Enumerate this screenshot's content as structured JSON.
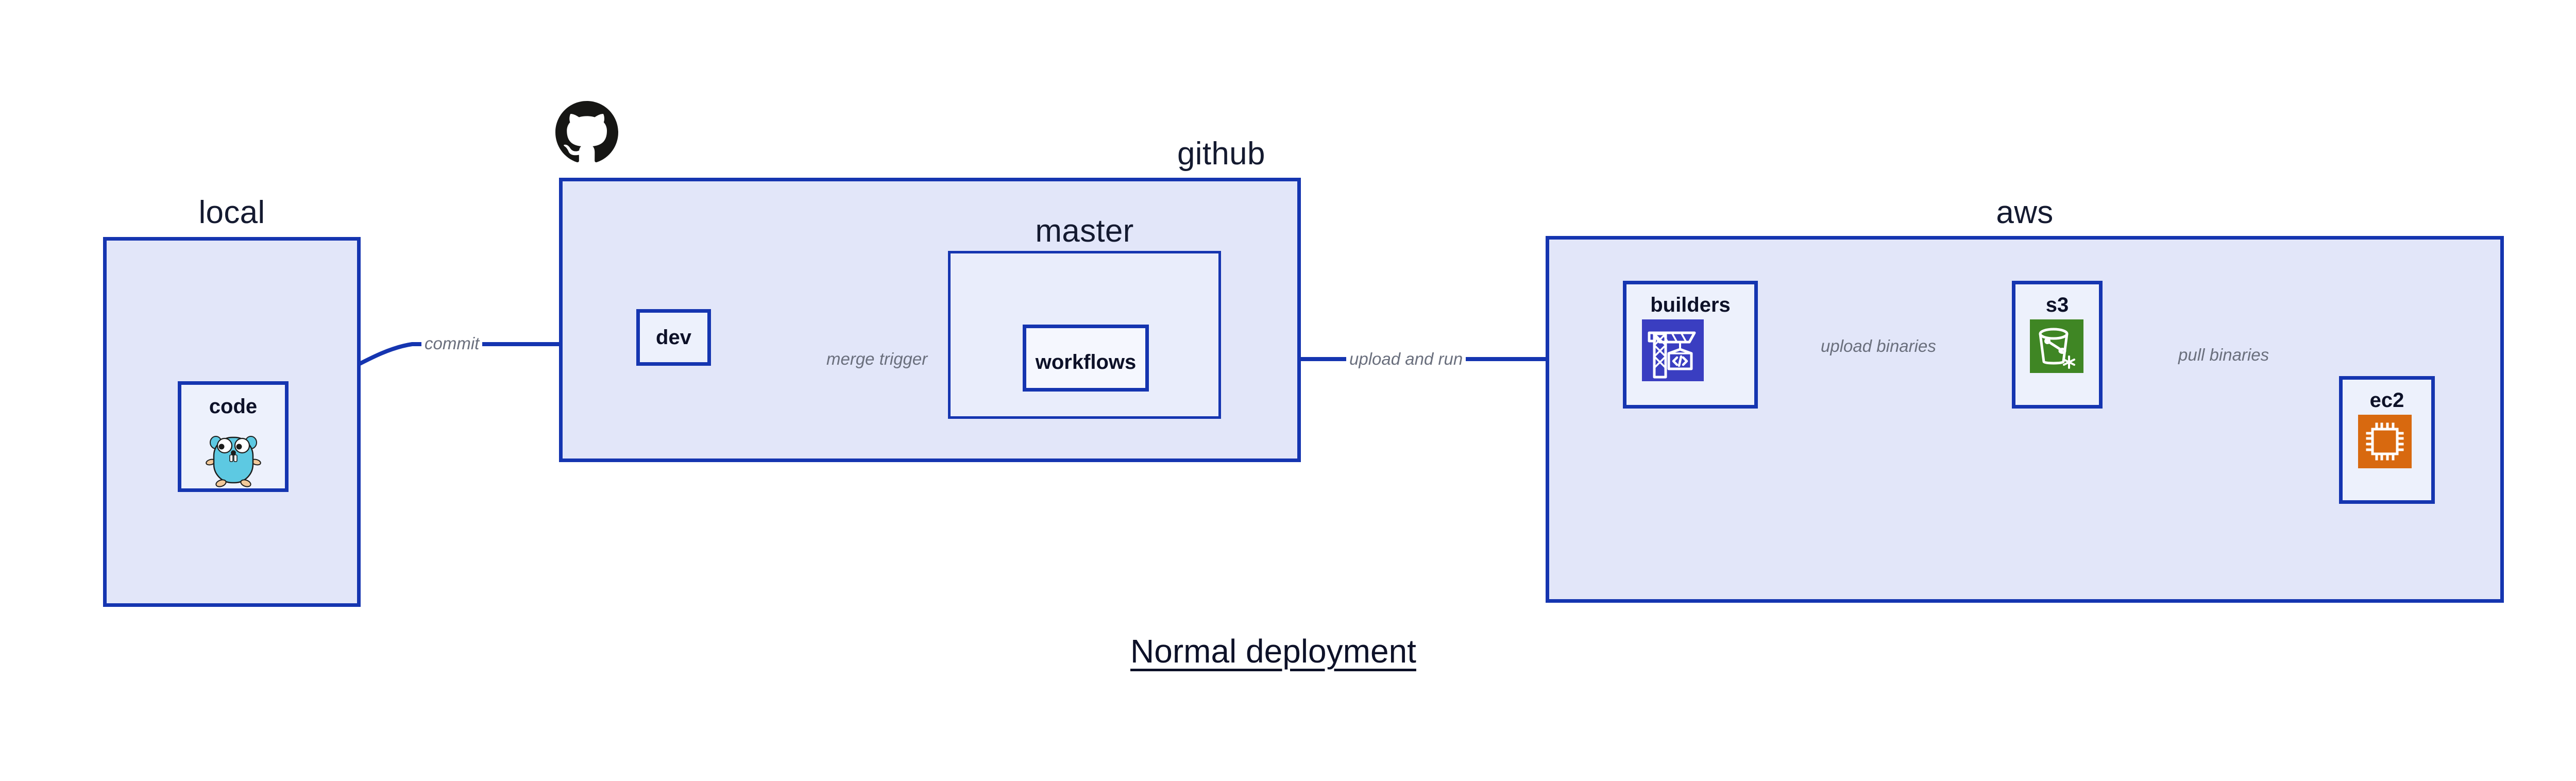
{
  "title": "Normal deployment",
  "groups": [
    {
      "name": "local",
      "label": "local"
    },
    {
      "name": "github",
      "label": "github"
    },
    {
      "name": "aws",
      "label": "aws"
    }
  ],
  "subgroups": [
    {
      "name": "master",
      "label": "master"
    }
  ],
  "nodes": [
    {
      "name": "code",
      "label": "code",
      "icon": "go-gopher-icon",
      "group": "local"
    },
    {
      "name": "dev",
      "label": "dev",
      "icon": null,
      "group": "github"
    },
    {
      "name": "workflows",
      "label": "workflows",
      "icon": null,
      "group": "master"
    },
    {
      "name": "builders",
      "label": "builders",
      "icon": "aws-codebuild-icon",
      "group": "aws"
    },
    {
      "name": "s3",
      "label": "s3",
      "icon": "aws-s3-bucket-icon",
      "group": "aws"
    },
    {
      "name": "ec2",
      "label": "ec2",
      "icon": "aws-ec2-chip-icon",
      "group": "aws"
    }
  ],
  "edges": [
    {
      "name": "code-to-dev",
      "label": "commit",
      "from": "code",
      "to": "dev"
    },
    {
      "name": "dev-to-workflows",
      "label": "merge trigger",
      "from": "dev",
      "to": "workflows"
    },
    {
      "name": "workflows-to-builders",
      "label": "upload and run",
      "from": "workflows",
      "to": "builders"
    },
    {
      "name": "builders-to-s3",
      "label": "upload binaries",
      "from": "builders",
      "to": "s3"
    },
    {
      "name": "s3-to-ec2",
      "label": "pull binaries",
      "from": "s3",
      "to": "ec2"
    }
  ],
  "logos": [
    {
      "name": "github-octocat-logo"
    }
  ],
  "colors": {
    "edge": "#1535b0",
    "group_fill": "#e2e6f9",
    "group_border": "#1535b0",
    "node_fill": "#edf1fc",
    "text": "#0d1128",
    "edge_label": "#6a6f7d",
    "codebuild": "#3a3ec1",
    "s3": "#3f8624",
    "ec2": "#d8690f",
    "gopher": "#5dc9e2"
  }
}
